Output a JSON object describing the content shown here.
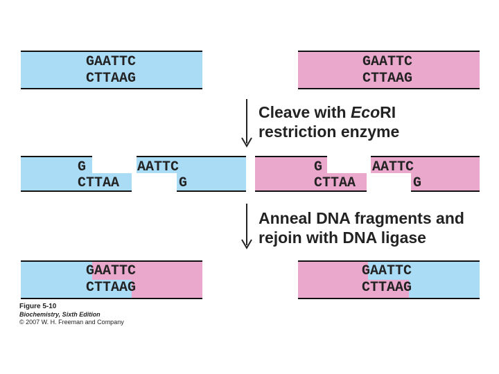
{
  "steps": {
    "cleave_line1_prefix": "Cleave with ",
    "cleave_enzyme_italic": "Eco",
    "cleave_enzyme_rest": "RI",
    "cleave_line2": "restriction enzyme",
    "anneal_line1": "Anneal DNA fragments and",
    "anneal_line2": "rejoin with DNA ligase"
  },
  "row1": {
    "left_top": "GAATTC",
    "left_bottom": "CTTAAG",
    "right_top": "GAATTC",
    "right_bottom": "CTTAAG"
  },
  "row2": {
    "left_frag_a_top": "G",
    "left_frag_a_bottom": "CTTAA",
    "left_frag_b_top": "AATTC",
    "left_frag_b_bottom": "G",
    "right_frag_a_top": "G",
    "right_frag_a_bottom": "CTTAA",
    "right_frag_b_top": "AATTC",
    "right_frag_b_bottom": "G"
  },
  "row3": {
    "left_top": "GAATTC",
    "left_bottom": "CTTAAG",
    "right_top": "GAATTC",
    "right_bottom": "CTTAAG"
  },
  "colors": {
    "blue_dna": "#aadcf6",
    "pink_dna": "#e9a8cc"
  },
  "caption": {
    "figure": "Figure 5-10",
    "book": "Biochemistry, Sixth Edition",
    "copyright": "© 2007 W. H. Freeman and Company"
  }
}
